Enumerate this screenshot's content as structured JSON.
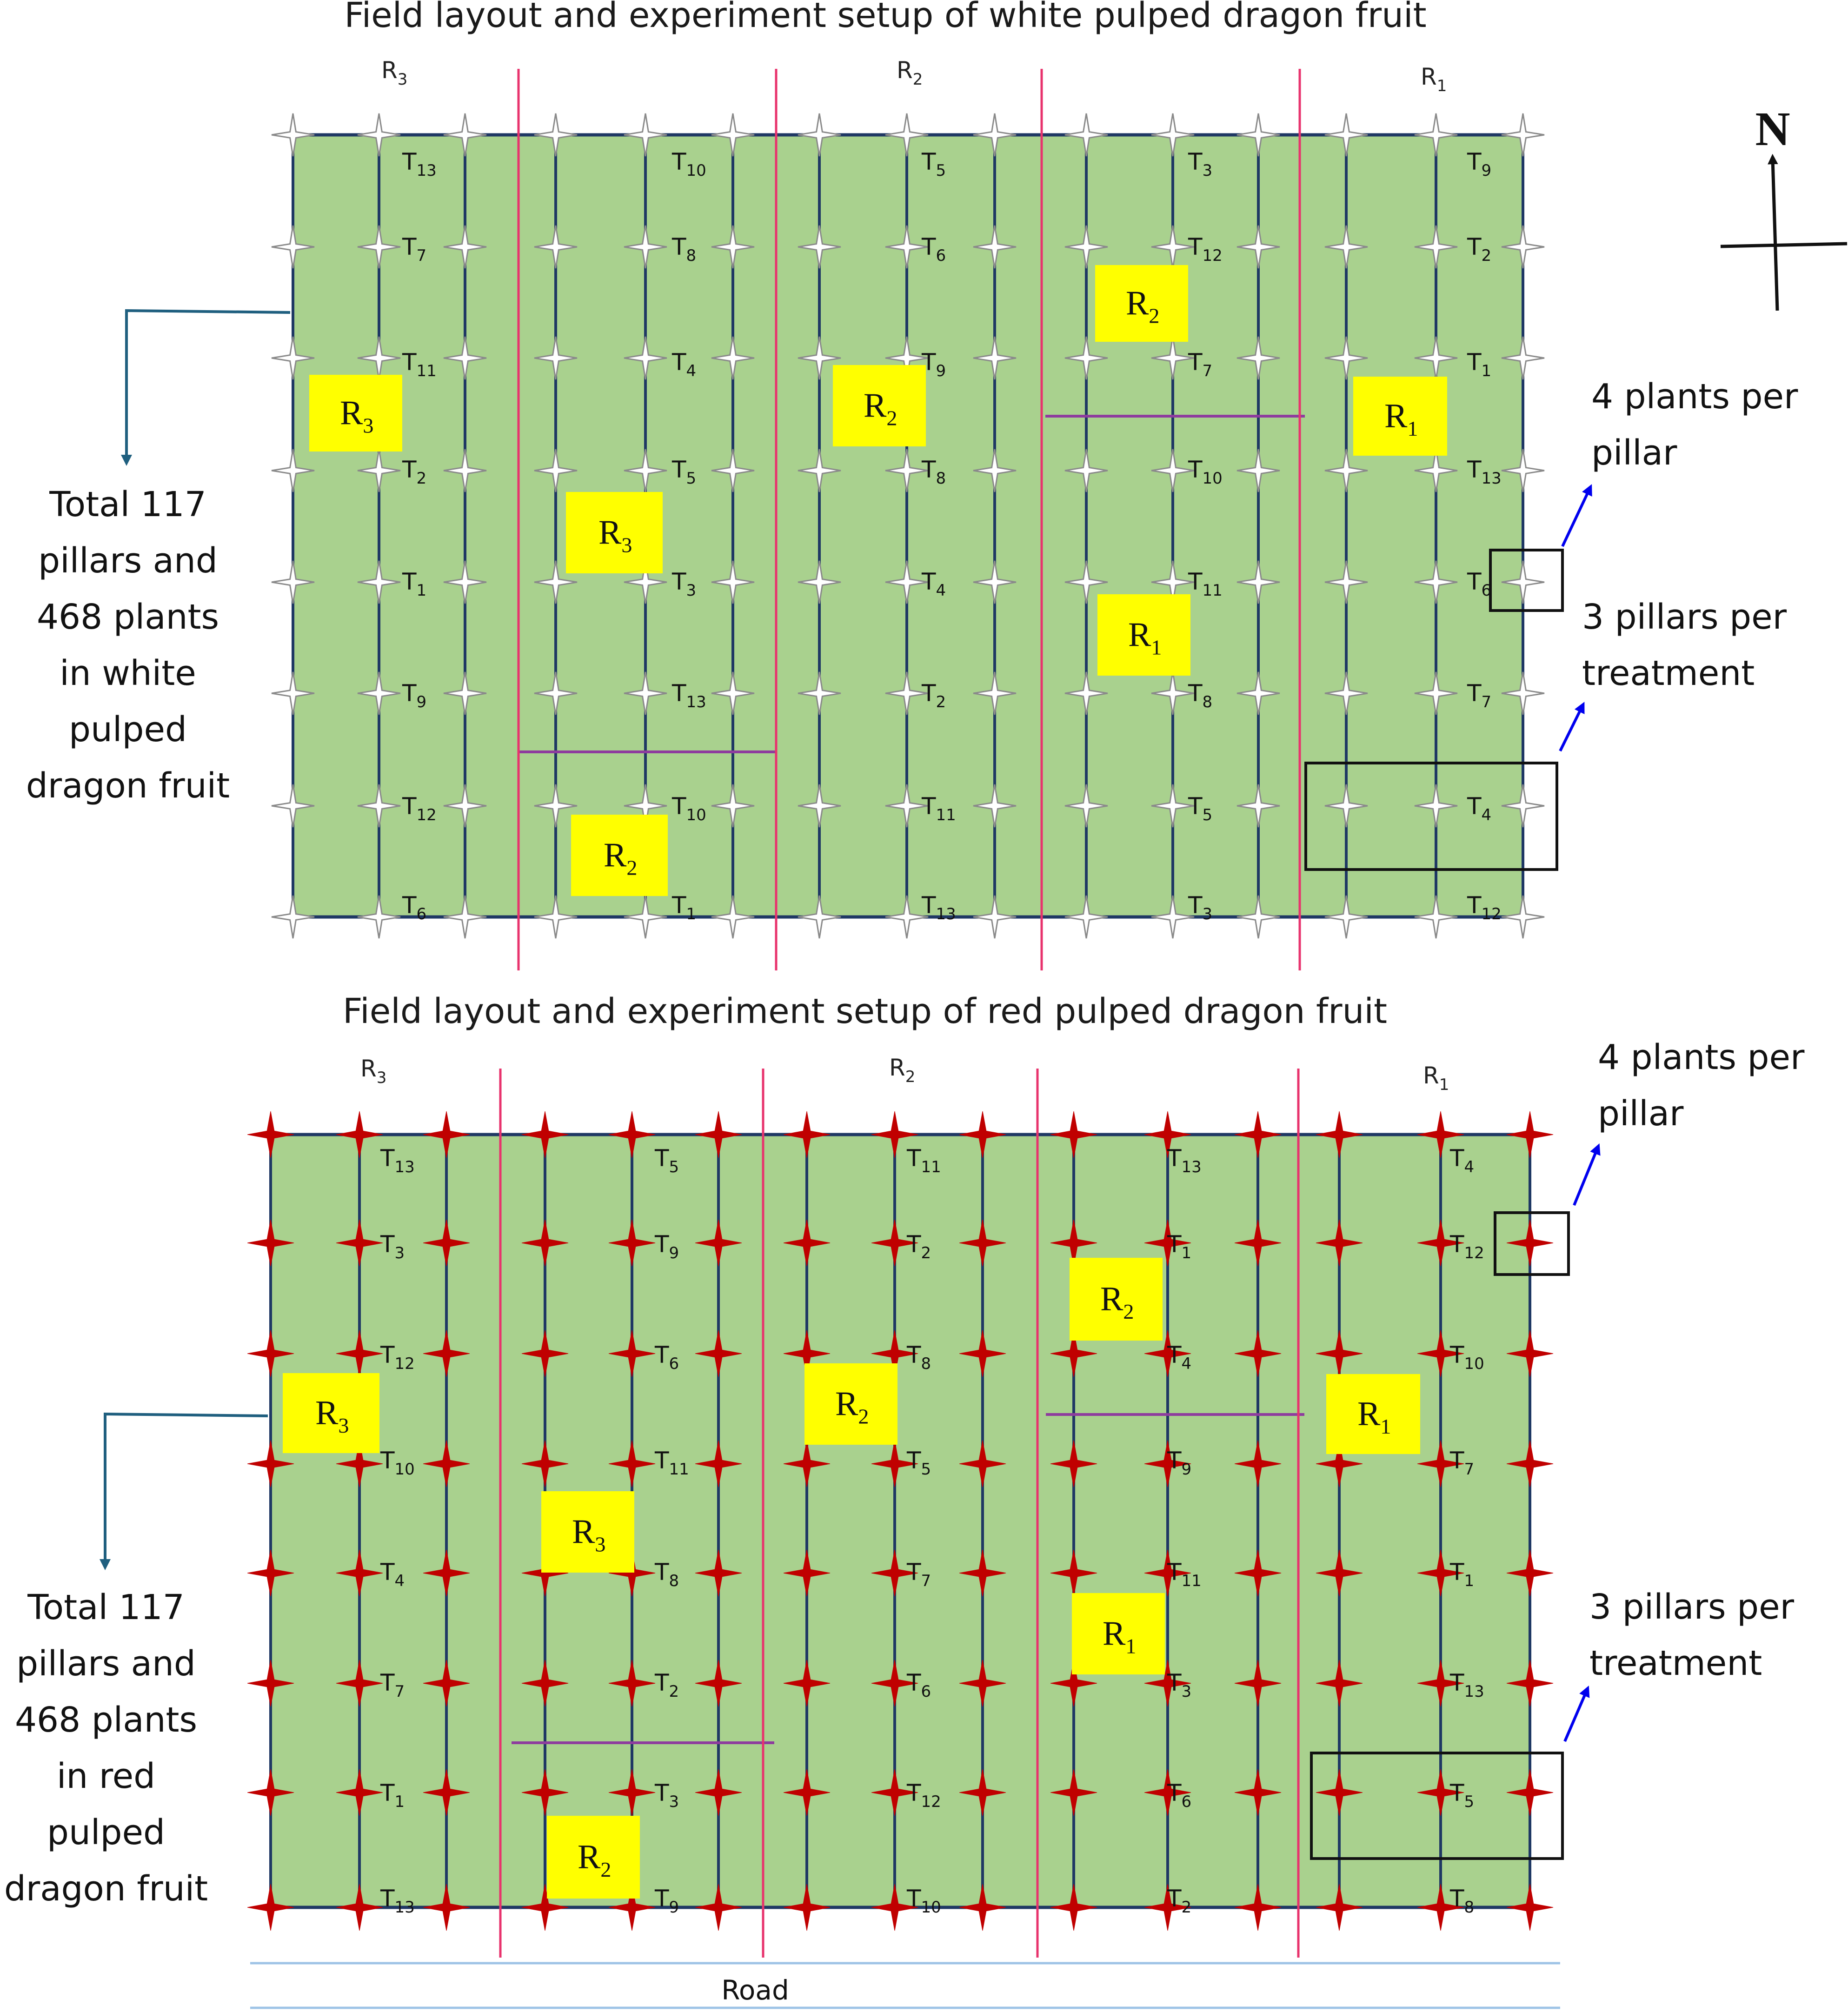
{
  "colors": {
    "field": "#a9d18e",
    "row_line": "#1f3864",
    "divider": "#e8336d",
    "block_split": "#8e3c9e",
    "badge": "#ffff00",
    "white_star_fill": "#ffffff",
    "white_star_stroke": "#8a8a8a",
    "red_star": "#c00000",
    "arrow_teal": "#1f5f7f",
    "arrow_blue": "#0000ee"
  },
  "icons": {
    "white_pillar": "four-point-star-outline-icon",
    "red_pillar": "four-point-star-filled-icon",
    "compass": "north-arrow-icon"
  },
  "compass": {
    "label": "N"
  },
  "road": {
    "label": "Road"
  },
  "panels": [
    {
      "id": "white",
      "title": "Field layout and experiment setup of white pulped dragon fruit",
      "pillar_style": "white",
      "replications": [
        {
          "base": "R",
          "sub": "3"
        },
        {
          "base": "R",
          "sub": "2"
        },
        {
          "base": "R",
          "sub": "1"
        }
      ],
      "treatment_columns": [
        [
          "13",
          "7",
          "11",
          "2",
          "1",
          "9",
          "12",
          "6"
        ],
        [
          "10",
          "8",
          "4",
          "5",
          "3",
          "13",
          "10",
          "1"
        ],
        [
          "5",
          "6",
          "9",
          "8",
          "4",
          "2",
          "11",
          "13"
        ],
        [
          "3",
          "12",
          "7",
          "10",
          "11",
          "8",
          "5",
          "3"
        ],
        [
          "9",
          "2",
          "1",
          "13",
          "6",
          "7",
          "4",
          "12"
        ]
      ],
      "badges": [
        {
          "base": "R",
          "sub": "3"
        },
        {
          "base": "R",
          "sub": "3"
        },
        {
          "base": "R",
          "sub": "2"
        },
        {
          "base": "R",
          "sub": "2"
        },
        {
          "base": "R",
          "sub": "2"
        },
        {
          "base": "R",
          "sub": "1"
        },
        {
          "base": "R",
          "sub": "1"
        }
      ],
      "total_note": [
        "Total 117",
        "pillars and",
        "468 plants",
        "in white",
        "pulped",
        "dragon fruit"
      ],
      "plants_note": [
        "4 plants per",
        "pillar"
      ],
      "pillars_note": [
        "3 pillars per",
        "treatment"
      ]
    },
    {
      "id": "red",
      "title": "Field layout and experiment setup of red pulped dragon fruit",
      "pillar_style": "red",
      "replications": [
        {
          "base": "R",
          "sub": "3"
        },
        {
          "base": "R",
          "sub": "2"
        },
        {
          "base": "R",
          "sub": "1"
        }
      ],
      "treatment_columns": [
        [
          "13",
          "3",
          "12",
          "10",
          "4",
          "7",
          "1",
          "13"
        ],
        [
          "5",
          "9",
          "6",
          "11",
          "8",
          "2",
          "3",
          "9"
        ],
        [
          "11",
          "2",
          "8",
          "5",
          "7",
          "6",
          "12",
          "10"
        ],
        [
          "13",
          "1",
          "4",
          "9",
          "11",
          "3",
          "6",
          "2"
        ],
        [
          "4",
          "12",
          "10",
          "7",
          "1",
          "13",
          "5",
          "8"
        ]
      ],
      "badges": [
        {
          "base": "R",
          "sub": "3"
        },
        {
          "base": "R",
          "sub": "3"
        },
        {
          "base": "R",
          "sub": "2"
        },
        {
          "base": "R",
          "sub": "2"
        },
        {
          "base": "R",
          "sub": "2"
        },
        {
          "base": "R",
          "sub": "1"
        },
        {
          "base": "R",
          "sub": "1"
        }
      ],
      "total_note": [
        "Total 117",
        "pillars and",
        "468 plants",
        "in red",
        "pulped",
        "dragon fruit"
      ],
      "plants_note": [
        "4 plants per",
        "pillar"
      ],
      "pillars_note": [
        "3 pillars per",
        "treatment"
      ]
    }
  ]
}
